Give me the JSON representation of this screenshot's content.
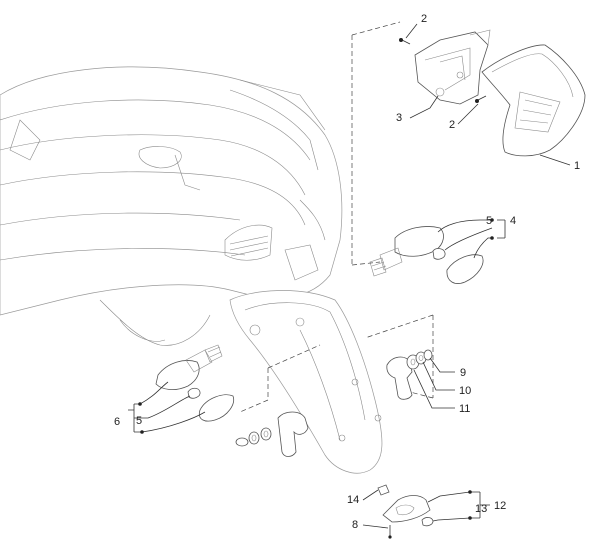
{
  "callouts": {
    "c1": "1",
    "c2a": "2",
    "c2b": "2",
    "c3": "3",
    "c4": "4",
    "c5a": "5",
    "c5b": "5",
    "c6": "6",
    "c8": "8",
    "c9": "9",
    "c10": "10",
    "c11": "11",
    "c12": "12",
    "c13": "13",
    "c14": "14"
  }
}
